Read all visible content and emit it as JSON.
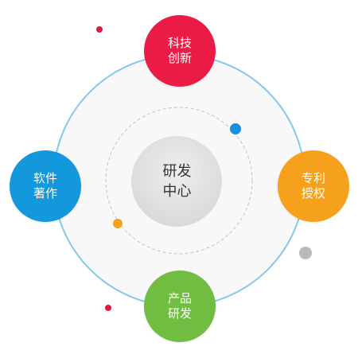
{
  "diagram": {
    "center": {
      "line1": "研发",
      "line2": "中心"
    },
    "nodes": [
      {
        "id": "tech",
        "line1": "科技",
        "line2": "创新",
        "color": "#ea1b45"
      },
      {
        "id": "patent",
        "line1": "专利",
        "line2": "授权",
        "color": "#f5a11d"
      },
      {
        "id": "product",
        "line1": "产品",
        "line2": "研发",
        "color": "#70bd42"
      },
      {
        "id": "software",
        "line1": "软件",
        "line2": "著作",
        "color": "#1398db"
      }
    ],
    "colors": {
      "outer_ring": "#86c8e8",
      "inner_dashed_ring": "#c2c2c2",
      "center_fill": "#e2e2e2",
      "disc_fill": "#f8f8f8",
      "dot_blue": "#1a8fdf",
      "dot_orange": "#f5a11d",
      "dot_red": "#e2183e",
      "dot_gray": "#b6bdb9"
    }
  }
}
